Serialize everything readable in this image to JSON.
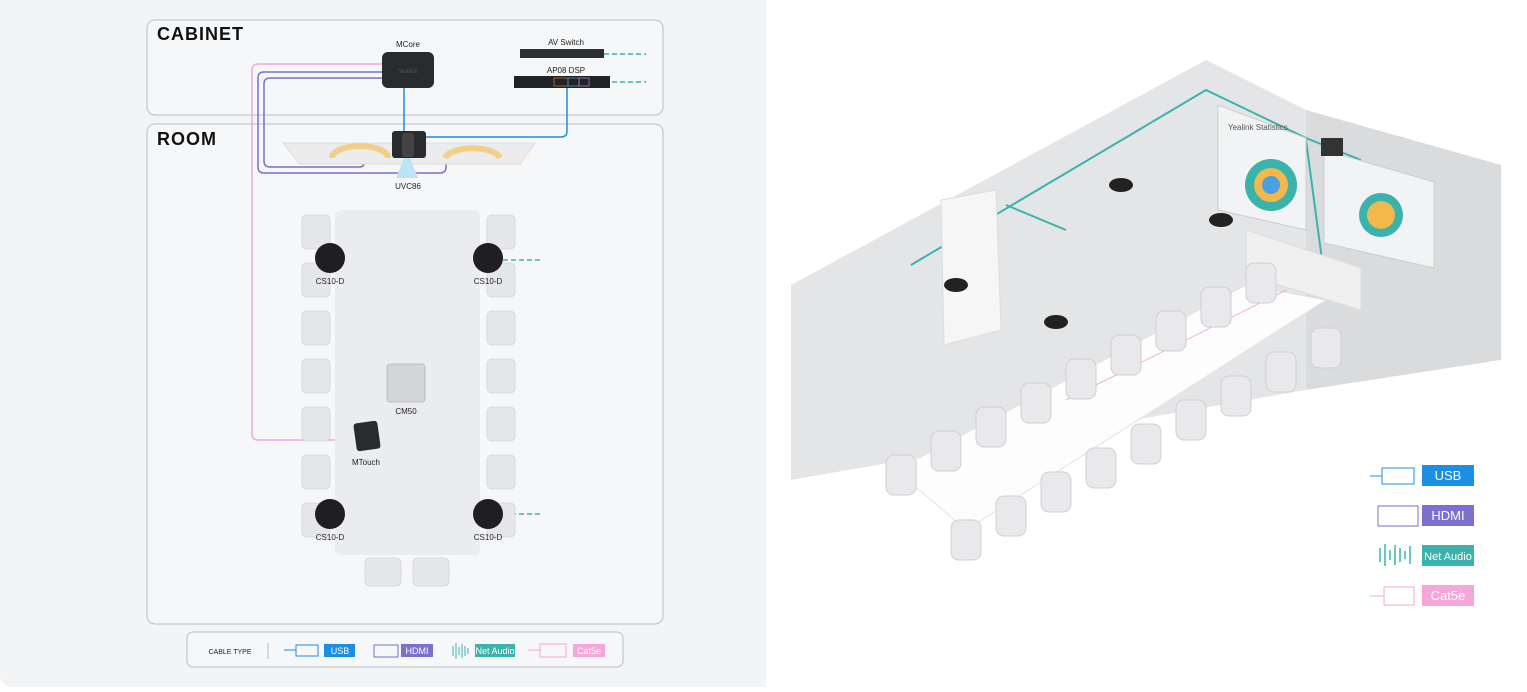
{
  "cabinet": {
    "title": "CABINET",
    "devices": {
      "mcore": "MCore",
      "av_switch": "AV Switch",
      "dsp": "AP08 DSP",
      "brand": "Yealink"
    }
  },
  "room": {
    "title": "ROOM",
    "devices": {
      "camera": "UVC86",
      "speaker_tl": "CS10-D",
      "speaker_tr": "CS10-D",
      "speaker_bl": "CS10-D",
      "speaker_br": "CS10-D",
      "mic": "CM50",
      "touch": "MTouch"
    }
  },
  "legend": {
    "title": "CABLE TYPE",
    "items": [
      {
        "label": "USB",
        "color": "#1a8fe3",
        "icon": "usb-cable-icon"
      },
      {
        "label": "HDMI",
        "color": "#7b6fd0",
        "icon": "hdmi-port-icon"
      },
      {
        "label": "Net Audio",
        "color": "#3bb3ad",
        "icon": "audio-wave-icon"
      },
      {
        "label": "Cat5e",
        "color": "#f6a6d8",
        "icon": "ethernet-cable-icon"
      }
    ]
  },
  "render_3d": {
    "screen_title": "Yealink Statistics"
  }
}
